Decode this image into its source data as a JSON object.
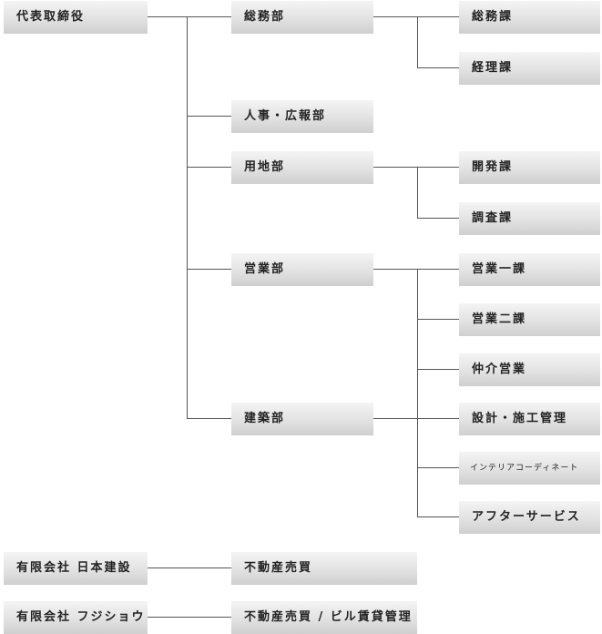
{
  "org": {
    "ceo": "代表取締役",
    "departments": {
      "general": "総務部",
      "hr_pr": "人事・広報部",
      "land": "用地部",
      "sales": "営業部",
      "construction": "建築部"
    },
    "sections": {
      "general_affairs": "総務課",
      "accounting": "経理課",
      "development": "開発課",
      "survey": "調査課",
      "sales_1": "営業一課",
      "sales_2": "営業二課",
      "brokerage": "仲介営業",
      "design": "設計・施工管理",
      "interior": "インテリアコーディネート",
      "after_service": "アフターサービス"
    }
  },
  "affiliates": {
    "nihon_kensetsu": {
      "name": "有限会社 日本建設",
      "business": "不動産売買"
    },
    "fujishou": {
      "name": "有限会社 フジショウ",
      "business": "不動産売買 / ビル賃貸管理"
    }
  }
}
